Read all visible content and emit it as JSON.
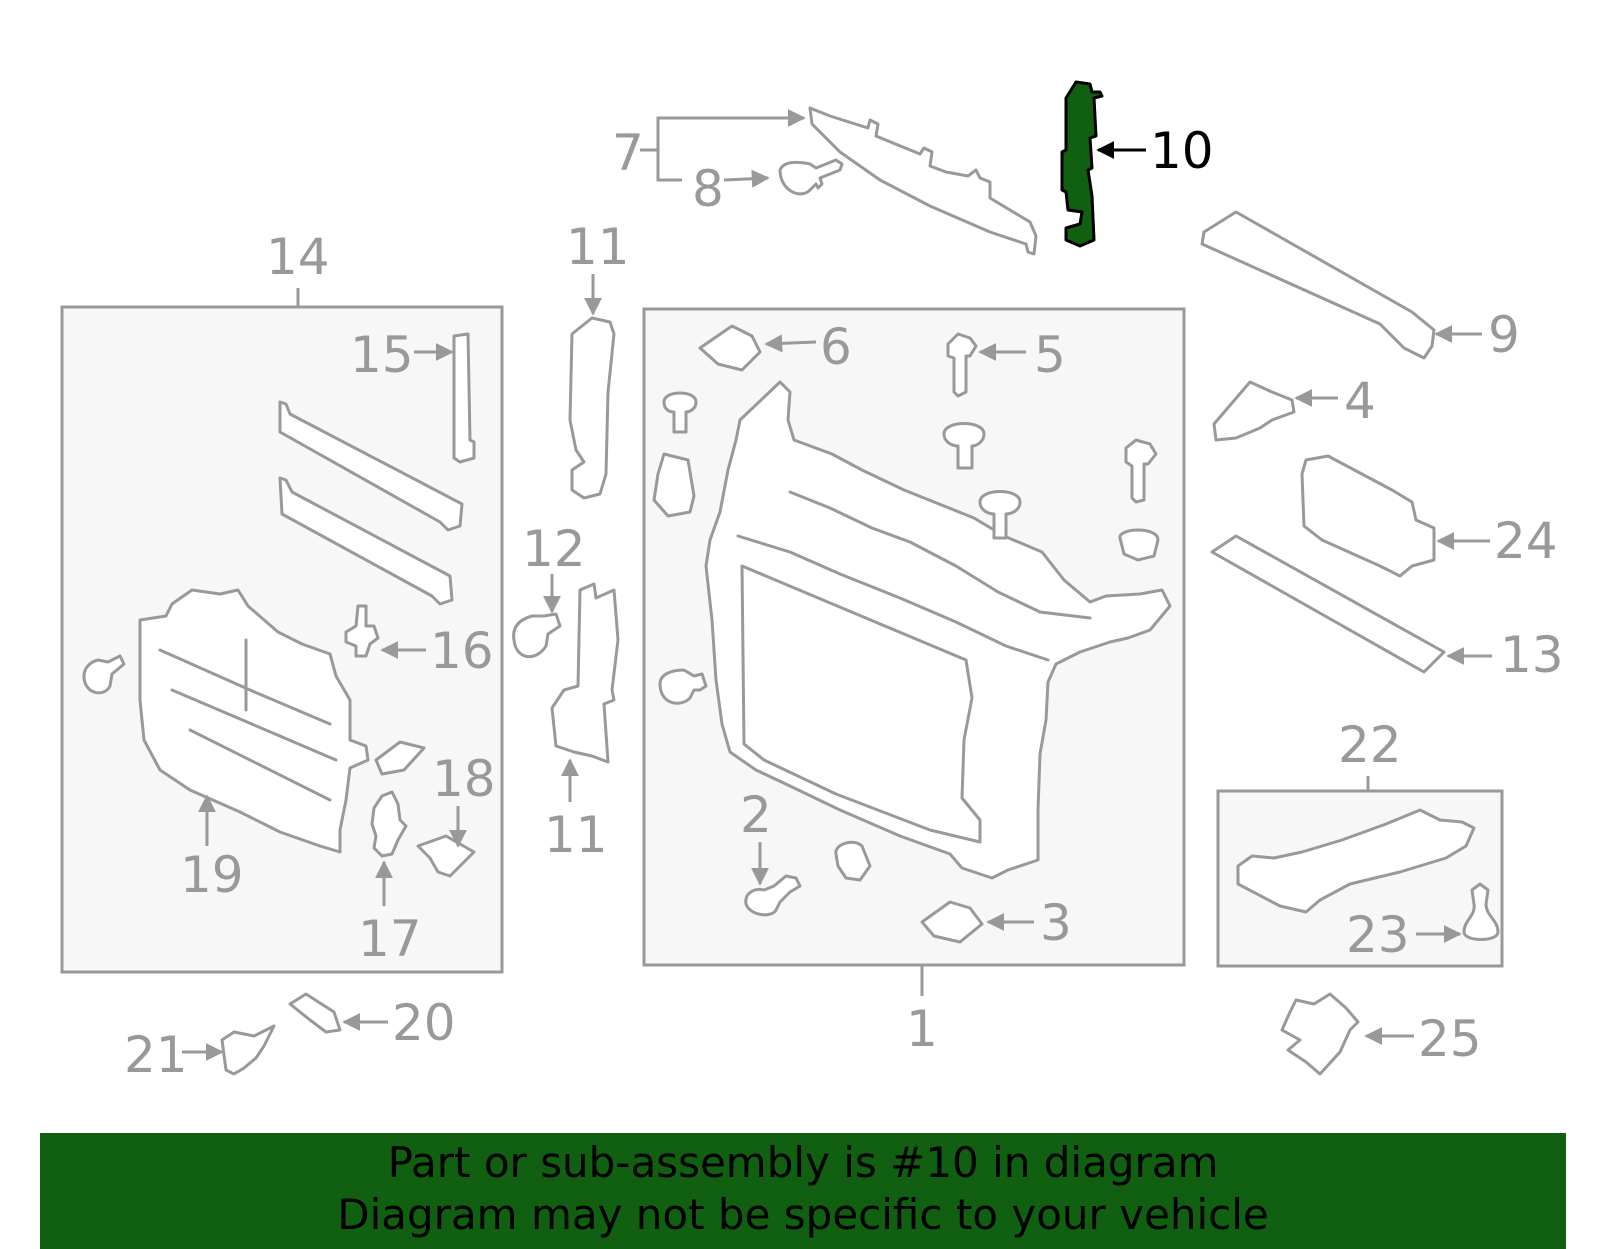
{
  "colors": {
    "highlight": "#116011",
    "parts": "#999999",
    "banner": "#116011",
    "box_fill": "#f7f7f7"
  },
  "callouts": {
    "c1": "1",
    "c2": "2",
    "c3": "3",
    "c4": "4",
    "c5": "5",
    "c6": "6",
    "c7": "7",
    "c8": "8",
    "c9": "9",
    "c10": "10",
    "c11a": "11",
    "c11b": "11",
    "c12": "12",
    "c13": "13",
    "c14": "14",
    "c15": "15",
    "c16": "16",
    "c17": "17",
    "c18": "18",
    "c19": "19",
    "c20": "20",
    "c21": "21",
    "c22": "22",
    "c23": "23",
    "c24": "24",
    "c25": "25"
  },
  "highlighted_part": "10",
  "banner": {
    "line1": "Part or sub-assembly is #10 in diagram",
    "line2": "Diagram may not be specific to your vehicle"
  }
}
